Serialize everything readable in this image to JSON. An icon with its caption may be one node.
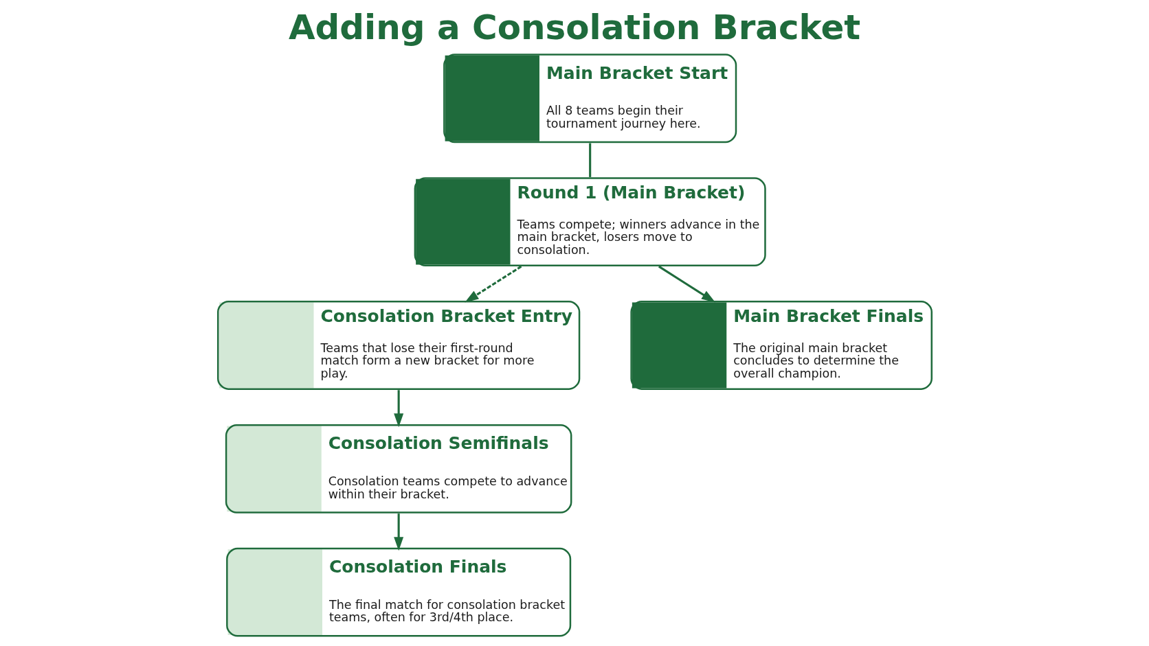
{
  "diagram": {
    "title": "Adding a Consolation Bracket",
    "nodes": [
      {
        "text": [
          "Main Bracket Start",
          "All 8 teams begin their tournament journey here."
        ]
      },
      {
        "text": [
          "Round 1 (Main Bracket)",
          "Teams compete; winners advance in the main bracket, losers move to consolation."
        ]
      },
      {
        "text": [
          "Consolation Bracket Entry",
          "Teams that lose their first-round match form a new bracket for more play."
        ]
      },
      {
        "text": [
          "Consolation Semifinals",
          "Consolation teams compete to advance within their bracket."
        ]
      },
      {
        "text": [
          "Consolation Finals",
          "The final match for consolation bracket teams, often for 3rd/4th place."
        ]
      },
      {
        "text": [
          "Main Bracket Finals",
          "The original main bracket concludes to determine the overall champion."
        ]
      }
    ],
    "edges": [
      {
        "from": 0,
        "to": 1,
        "arrow": "none"
      },
      {
        "from": 1,
        "to": 2,
        "arrow": "to",
        "style": "dashed"
      },
      {
        "from": 1,
        "to": 5,
        "arrow": "to"
      },
      {
        "from": 2,
        "to": 3,
        "arrow": "to"
      },
      {
        "from": 3,
        "to": 4,
        "arrow": "to"
      }
    ]
  }
}
